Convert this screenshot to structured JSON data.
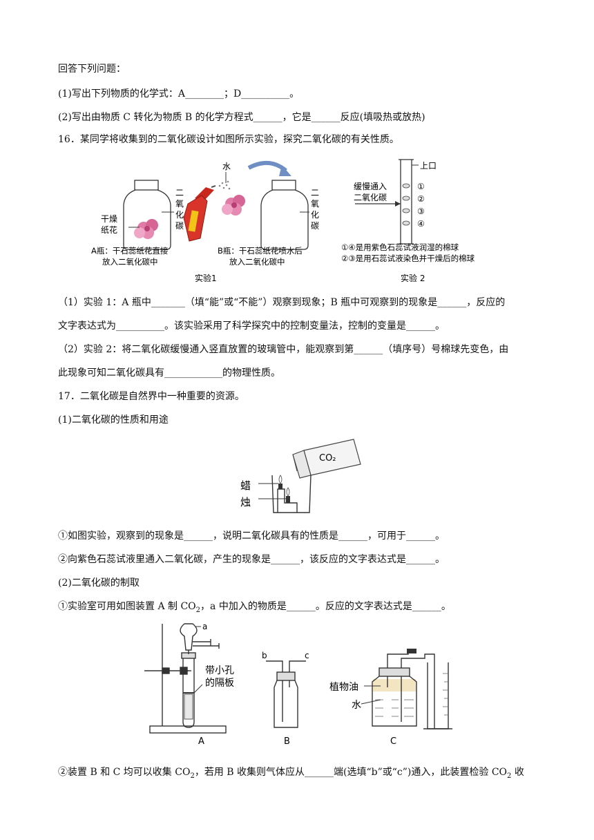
{
  "lines": {
    "l1": "回答下列问题：",
    "l2": "(1)写出下列物质的化学式：A________；D__________。",
    "l3": "(2)写出由物质 C 转化为物质 B 的化学方程式______，它是______反应(填吸热或放热)",
    "l4": "16．某同学将收集到的二氧化碳设计如图所示实验，探究二氧化碳的有关性质。",
    "l5": "（1）实验 1：A 瓶中_______（填“能”或“不能”）观察到现象；B 瓶中可观察到的现象是______，反应的",
    "l6": "文字表达式为__________。该实验采用了科学探究中的控制变量法，控制的变量是______。",
    "l7": "（2）实验 2：将二氧化碳缓慢通入竖直放置的玻璃管中，能观察到第______（填序号）号棉球先变色，由",
    "l8": "此现象可知二氧化碳具有____________的物理性质。",
    "l9": "17．二氧化碳是自然界中一种重要的资源。",
    "l10": "(1)二氧化碳的性质和用途",
    "l11": "①如图实验，观察到的现象是______，说明二氧化碳具有的性质是______，可用于______。",
    "l12": "②向紫色石蕊试液里通入二氧化碳，产生的现象是______，该反应的文字表达式是______。",
    "l13": "(2)二氧化碳的制取",
    "l14a": "①实验室可用如图装置 A 制 CO",
    "l14b": "2",
    "l14c": "，a 中加入的物质是______。反应的文字表达式是______。",
    "l15a": "②装置 B 和 C 均可以收集 CO",
    "l15b": "2",
    "l15c": "，若用 B 收集则气体应从______端(选填“b”或“c”)通入，此装置检验 CO",
    "l15d": "2",
    "l15e": " 收"
  },
  "fig1": {
    "co2_chars": [
      "二",
      "氧",
      "化",
      "碳"
    ],
    "flower_label_1": "干燥",
    "flower_label_2": "纸花",
    "water": "水",
    "caption_a_1": "A瓶：干石蕊纸花直接",
    "caption_a_2": "放入二氧化碳中",
    "caption_b_1": "B瓶：干石蕊纸花喷水后",
    "caption_b_2": "放入二氧化碳中",
    "title": "实验1"
  },
  "fig2": {
    "top": "上口",
    "inlet_1": "缓慢通入",
    "inlet_2": "二氧化碳",
    "balls": [
      "①",
      "②",
      "③",
      "④"
    ],
    "note_1": "①④是用紫色石蕊试液润湿的棉球",
    "note_2": "②③是用石蕊试液染色并干燥后的棉球",
    "title": "实验 2"
  },
  "fig3": {
    "bottle": "CO₂",
    "candle_1": "蜡",
    "candle_2": "烛"
  },
  "fig4": {
    "label_a": "a",
    "label_b": "b",
    "label_c": "c",
    "plate_1": "带小孔",
    "plate_2": "的隔板",
    "oil": "植物油",
    "water": "水",
    "cap_a": "A",
    "cap_b": "B",
    "cap_c": "C"
  }
}
